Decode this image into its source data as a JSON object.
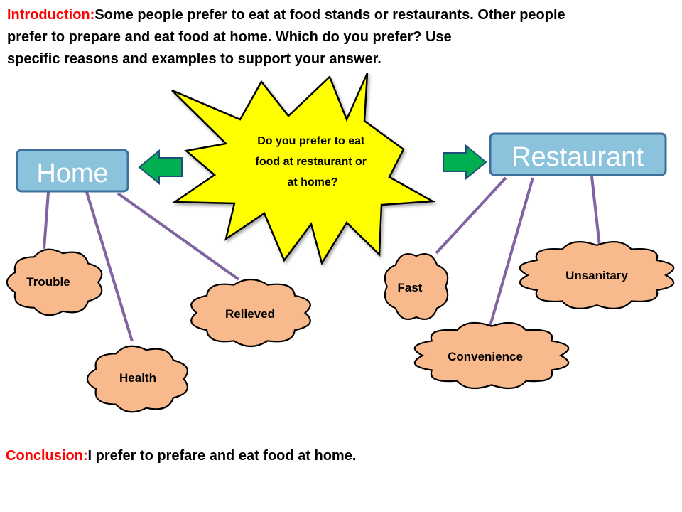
{
  "introduction": {
    "label": "Introduction:",
    "line1": "Some people prefer to eat at food stands or restaurants. Other people",
    "line2": "prefer to prepare and eat food at home. Which do you prefer? Use",
    "line3": "specific reasons and examples to support your answer."
  },
  "center": {
    "line1": "Do you prefer to eat",
    "line2": "food at restaurant or",
    "line3": "at home?"
  },
  "home": {
    "title": "Home",
    "clouds": [
      "Trouble",
      "Health",
      "Relieved"
    ]
  },
  "restaurant": {
    "title": "Restaurant",
    "clouds": [
      "Fast",
      "Convenience",
      "Unsanitary"
    ]
  },
  "conclusion": {
    "label": "Conclusion:",
    "text": "I prefer to prefare and eat food at home."
  },
  "colors": {
    "box_fill": "#8cc3dc",
    "box_stroke": "#3d6f9c",
    "cloud_fill": "#f8ba8c",
    "star_fill": "#ffff00",
    "arrow_fill": "#00b050",
    "connector": "#8064a2",
    "label_red": "#ff0000"
  }
}
